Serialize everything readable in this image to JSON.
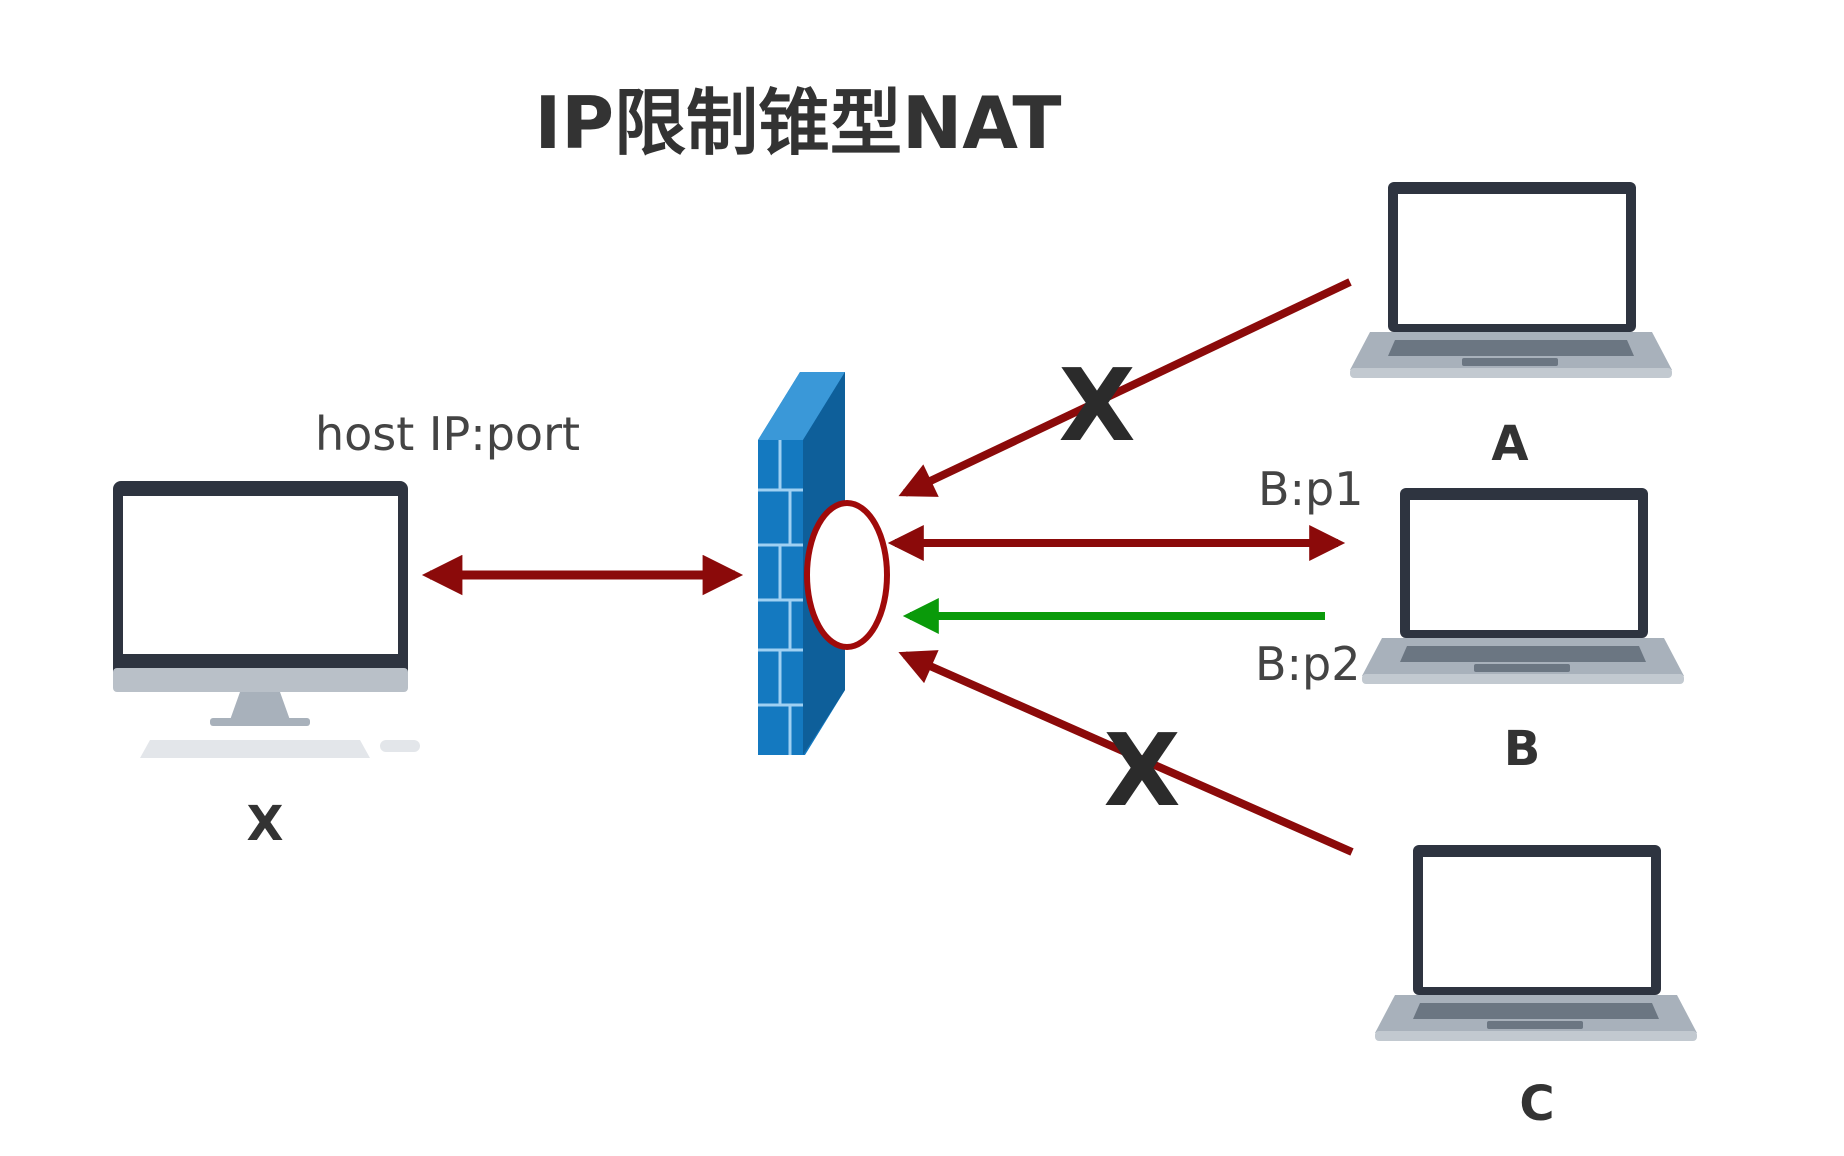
{
  "diagram": {
    "title": "IP限制锥型NAT",
    "host_label": "host IP:port",
    "nodes": {
      "x": "X",
      "a": "A",
      "b": "B",
      "c": "C"
    },
    "ports": {
      "p1": "B:p1",
      "p2": "B:p2"
    },
    "blocked_mark": "X",
    "colors": {
      "allowed_link": "#8b0a0a",
      "open_link": "#0a9a0a",
      "firewall": "#1479c0",
      "screen_frame": "#2e3440",
      "laptop_base": "#a8b1bb"
    }
  }
}
